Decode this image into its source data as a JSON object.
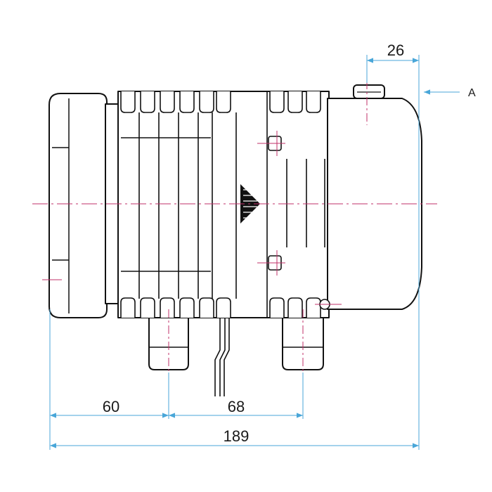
{
  "dimensions": {
    "top": "26",
    "left": "60",
    "middle": "68",
    "total": "189"
  },
  "view_label": "A",
  "colors": {
    "outline": "#111111",
    "dimension": "#49a6d8",
    "centerline": "#c0306a"
  }
}
